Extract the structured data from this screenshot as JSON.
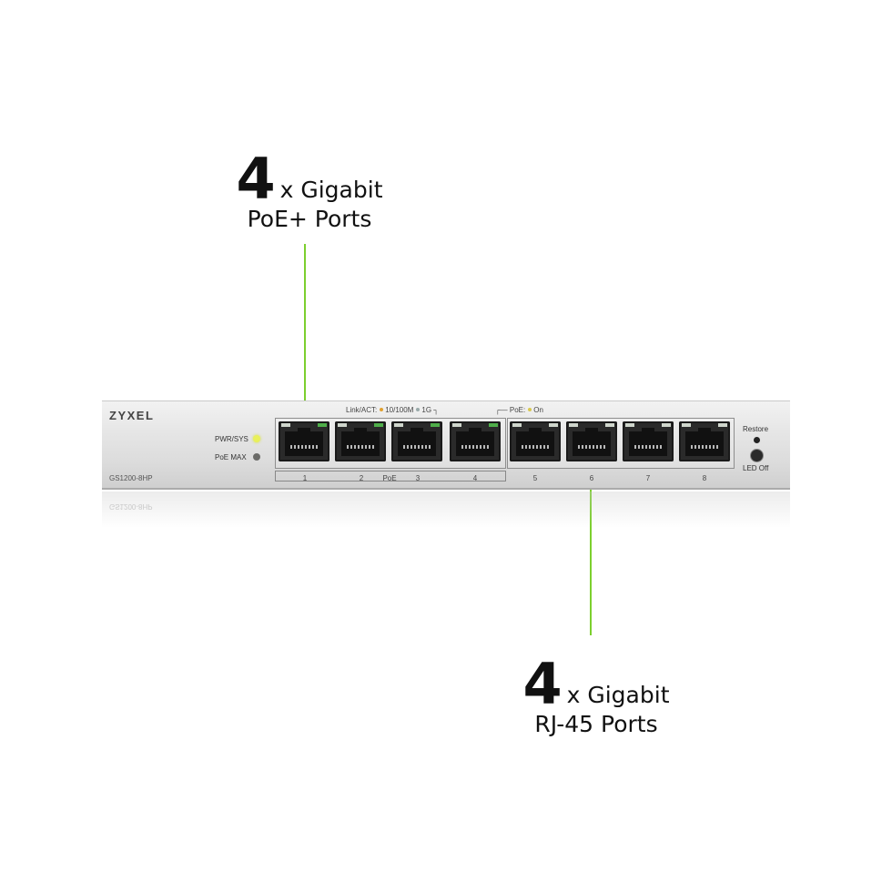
{
  "callouts": {
    "top": {
      "count": "4",
      "text": "x Gigabit",
      "sub": "PoE+ Ports"
    },
    "bottom": {
      "count": "4",
      "text": "x Gigabit",
      "sub": "RJ-45 Ports"
    }
  },
  "switch": {
    "brand": "ZYXEL",
    "model": "GS1200-8HP",
    "led_pwr_label": "PWR/SYS",
    "led_poe_label": "PoE MAX",
    "header_link": "Link/ACT:",
    "header_speed1": "10/100M",
    "header_speed2": "1G",
    "header_poe": "PoE:",
    "header_on": "On",
    "restore_label": "Restore",
    "led_off_label": "LED Off",
    "poe_label": "PoE",
    "port_numbers": [
      "1",
      "2",
      "3",
      "4",
      "5",
      "6",
      "7",
      "8"
    ]
  },
  "colors": {
    "accent": "#7ccf2e",
    "led_active": "#e9f05a"
  }
}
